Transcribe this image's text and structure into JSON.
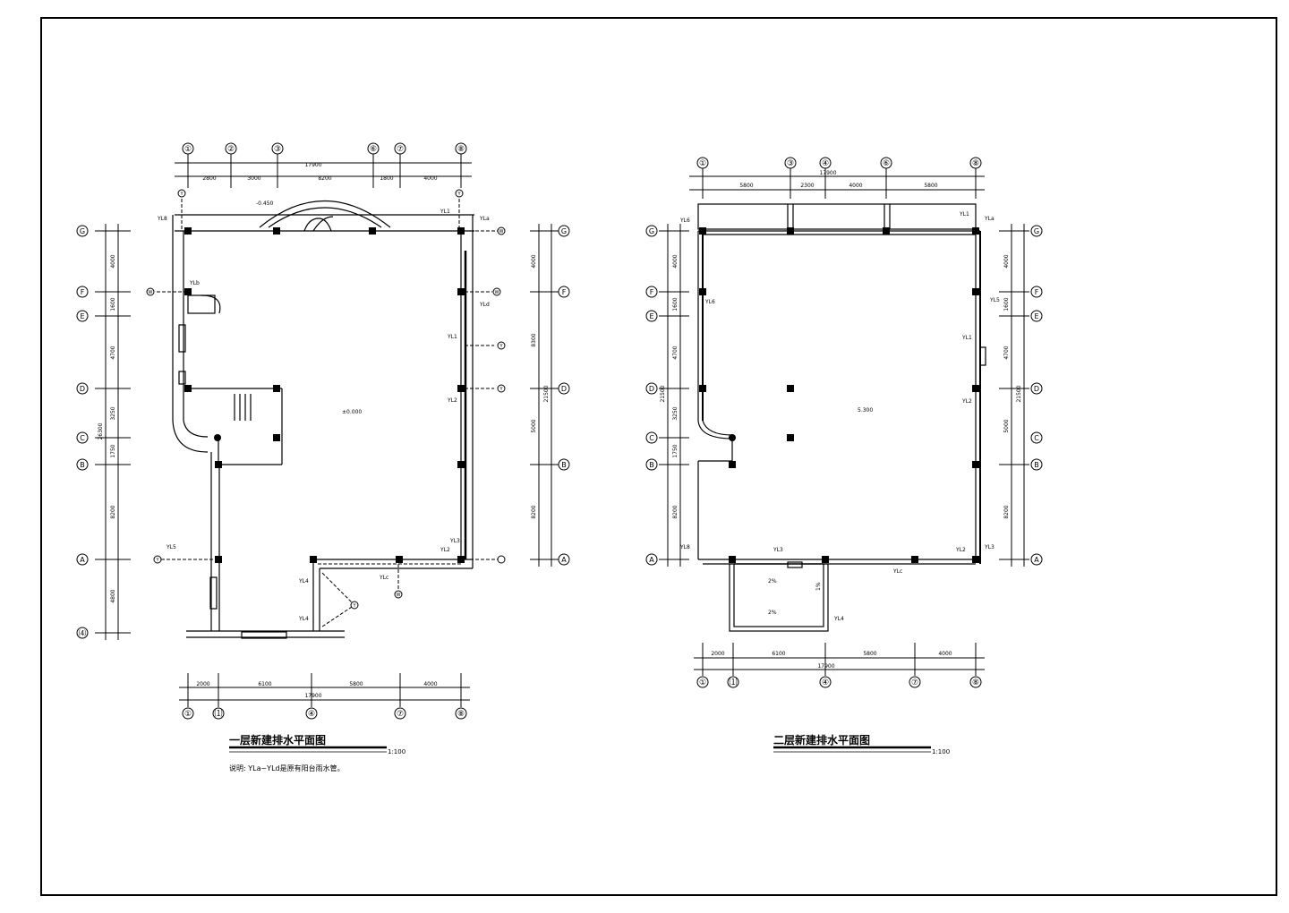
{
  "plan1": {
    "title": "一层新建排水平面图",
    "scale": "1:100",
    "note": "说明: YLa~YLd是原有阳台雨水管。",
    "elevations": [
      "-0.450",
      "±0.000"
    ],
    "top_axes": [
      "①",
      "②",
      "③",
      "⑥",
      "⑦",
      "⑧"
    ],
    "top_dims": [
      "2800",
      "3000",
      "8200",
      "1800",
      "4000"
    ],
    "top_total": "17900",
    "bottom_axes": [
      "①",
      "⑴",
      "④",
      "⑦",
      "⑧"
    ],
    "bottom_dims": [
      "2000",
      "6100",
      "5800",
      "4000"
    ],
    "bottom_total": "17900",
    "row_axes": [
      "G",
      "F",
      "E",
      "D",
      "C",
      "B",
      "A",
      "⑷"
    ],
    "left_dims": [
      "4000",
      "1600",
      "4700",
      "3250",
      "1750",
      "8200",
      "4800"
    ],
    "left_total": "26300",
    "right_dims": [
      "4000",
      "8300",
      "5000",
      "8200"
    ],
    "right_total": "21500",
    "pipe_labels": [
      "YL8",
      "YL1",
      "YLa",
      "YLb",
      "YLd",
      "YL1",
      "YL2",
      "YL3",
      "YL2",
      "YL5",
      "YL4",
      "YL4",
      "YLc"
    ],
    "symbols": [
      "W",
      "W",
      "W",
      "W",
      "Y",
      "Y",
      "Y",
      "Y",
      "Y",
      "Y"
    ]
  },
  "plan2": {
    "title": "二层新建排水平面图",
    "scale": "1:100",
    "elevations": [
      "5.300"
    ],
    "slopes": [
      "2%",
      "2%",
      "1%"
    ],
    "top_axes": [
      "①",
      "③",
      "④",
      "⑥",
      "⑧"
    ],
    "top_dims": [
      "5800",
      "2300",
      "4000",
      "5800"
    ],
    "top_total": "17900",
    "bottom_axes": [
      "①",
      "⑴",
      "④",
      "⑦",
      "⑧"
    ],
    "bottom_dims": [
      "2000",
      "6100",
      "5800",
      "4000"
    ],
    "bottom_total": "17900",
    "row_axes": [
      "G",
      "F",
      "E",
      "D",
      "C",
      "B",
      "A"
    ],
    "left_dims": [
      "4000",
      "1600",
      "4700",
      "3250",
      "1750",
      "8200"
    ],
    "left_total": "21500",
    "right_dims": [
      "4000",
      "1600",
      "4700",
      "5000",
      "8200"
    ],
    "right_total": "21500",
    "pipe_labels": [
      "YL6",
      "YL1",
      "YLa",
      "YL6",
      "YL5",
      "YL1",
      "YL2",
      "YL8",
      "YL3",
      "YL2",
      "YL3",
      "YL4",
      "YLc"
    ]
  }
}
